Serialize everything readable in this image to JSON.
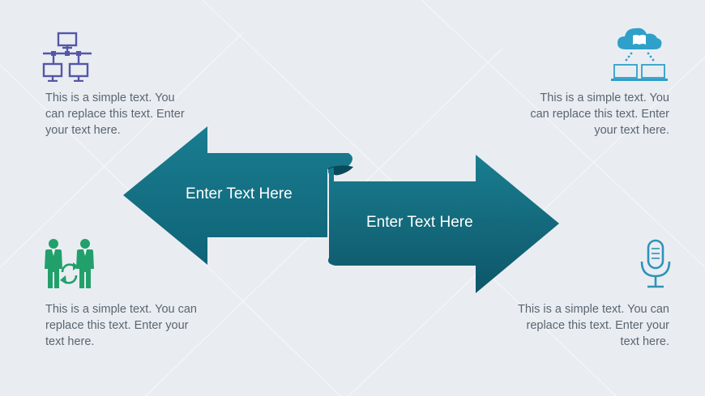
{
  "left_arrow_label": "Enter Text Here",
  "right_arrow_label": "Enter Text Here",
  "blocks": {
    "top_left": "This is a simple text. You\ncan replace this text. Enter\nyour text here.",
    "top_right": "This is a simple text. You\ncan replace this text. Enter\nyour text here.",
    "bottom_left": "This is a simple text. You can\nreplace this text. Enter your\ntext here.",
    "bottom_right": "This is a simple text. You can\nreplace this text. Enter your\ntext here."
  },
  "icons": {
    "top_left": "network-computers-icon",
    "top_right": "cloud-book-laptops-icon",
    "bottom_left": "businessmen-exchange-icon",
    "bottom_right": "microphone-icon"
  },
  "colors": {
    "background": "#e9edf2",
    "arrow": "#0f6377",
    "arrow_light": "#1a7d90",
    "network_icon": "#5457a6",
    "cloud_icon": "#2fa0c9",
    "people_icon": "#22a06b",
    "mic_icon": "#2f93b8",
    "text": "#5a6570"
  }
}
